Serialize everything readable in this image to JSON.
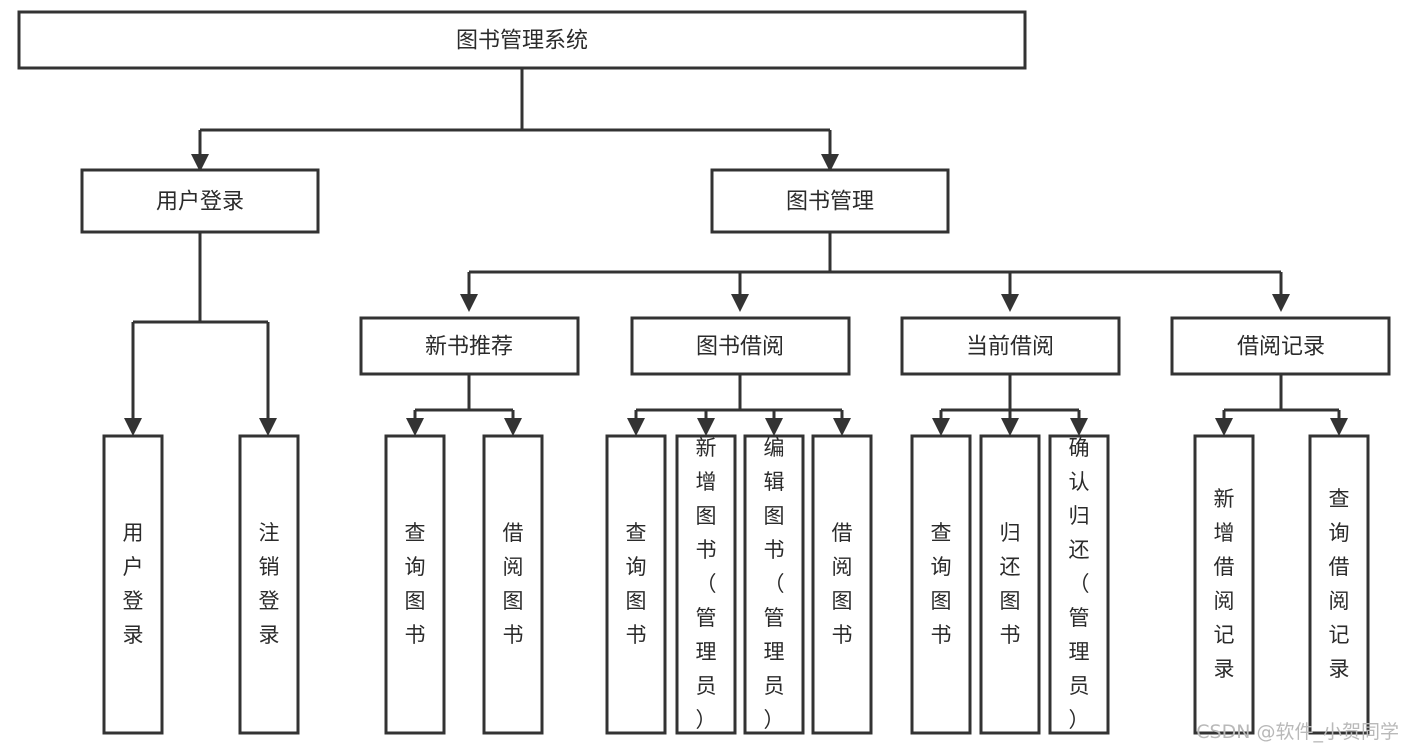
{
  "diagram": {
    "title": "图书管理系统",
    "type": "tree-hierarchy",
    "watermark": "CSDN @软件_小贺同学",
    "colors": {
      "background": "#ffffff",
      "stroke": "#333333",
      "box_fill": "#ffffff",
      "text": "#2b2b2b",
      "watermark": "#b9b9b9"
    },
    "levels": {
      "root": {
        "label": "图书管理系统"
      },
      "level2": [
        {
          "label": "用户登录"
        },
        {
          "label": "图书管理"
        }
      ],
      "level3": [
        {
          "label": "新书推荐"
        },
        {
          "label": "图书借阅"
        },
        {
          "label": "当前借阅"
        },
        {
          "label": "借阅记录"
        }
      ],
      "leaves": {
        "user_login": [
          {
            "label": "用户登录"
          },
          {
            "label": "注销登录"
          }
        ],
        "new_book_recommend": [
          {
            "label": "查询图书"
          },
          {
            "label": "借阅图书"
          }
        ],
        "book_borrow": [
          {
            "label": "查询图书"
          },
          {
            "label": "新增图书（管理员）"
          },
          {
            "label": "编辑图书（管理员）"
          },
          {
            "label": "借阅图书"
          }
        ],
        "current_borrow": [
          {
            "label": "查询图书"
          },
          {
            "label": "归还图书"
          },
          {
            "label": "确认归还（管理员）"
          }
        ],
        "borrow_record": [
          {
            "label": "新增借阅记录"
          },
          {
            "label": "查询借阅记录"
          }
        ]
      }
    }
  }
}
